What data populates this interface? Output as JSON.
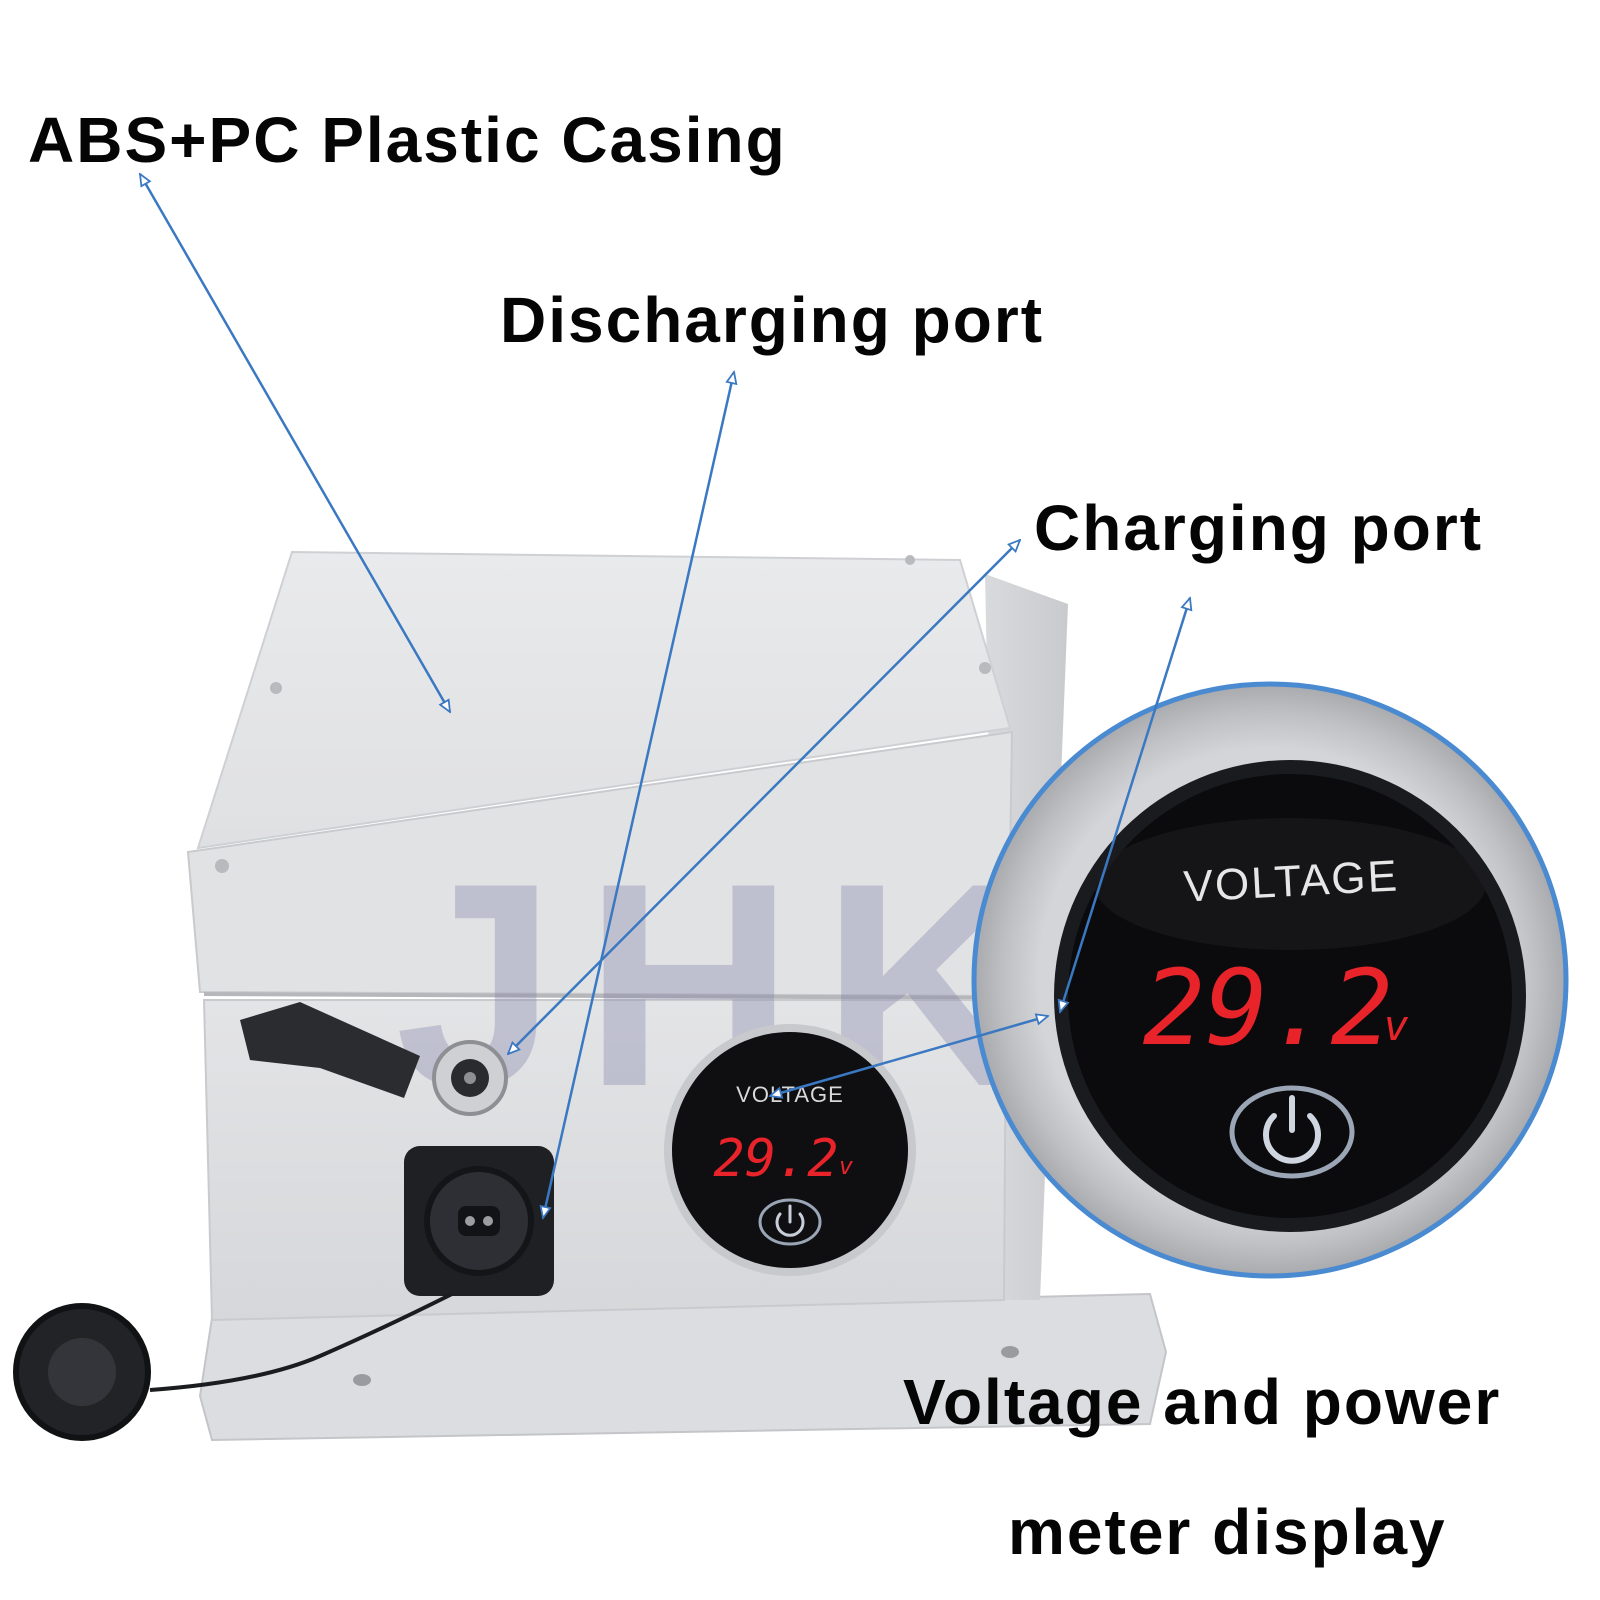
{
  "callouts": {
    "casing": "ABS+PC Plastic Casing",
    "discharging": "Discharging port",
    "charging": "Charging port",
    "meter_line1": "Voltage and power",
    "meter_line2": "meter display"
  },
  "meter": {
    "label": "VOLTAGE",
    "reading": "29.2",
    "unit": "v"
  },
  "watermark": {
    "brand": "JHKJ",
    "mark": "®"
  },
  "colors": {
    "arrow": "#3a78c2",
    "display_digits": "#e8242a",
    "casing": "#e4e5e7",
    "text": "#050505"
  },
  "icons": {
    "power": "power-icon"
  }
}
